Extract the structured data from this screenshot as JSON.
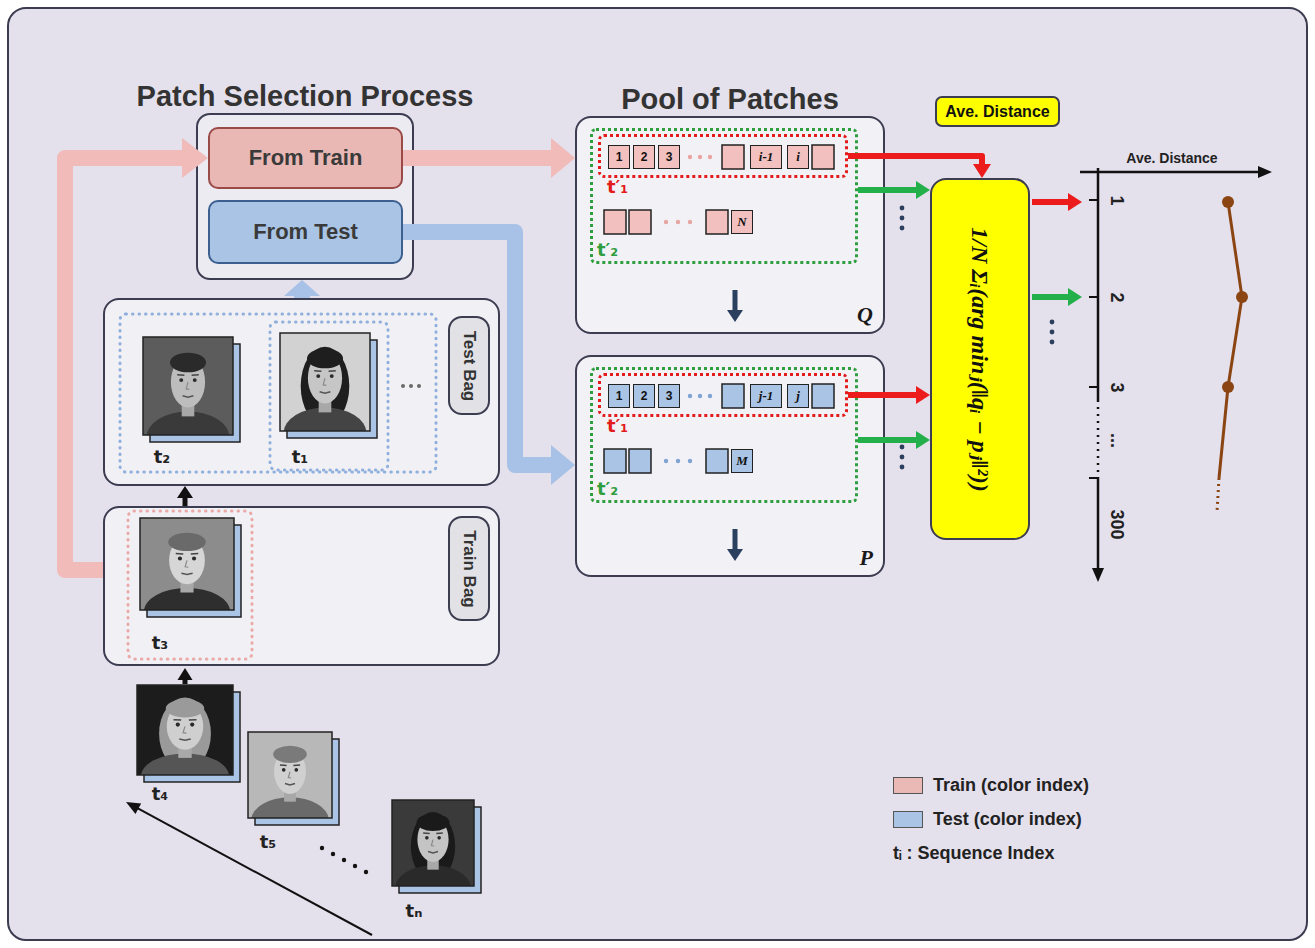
{
  "diagram": {
    "nodes": [
      {
        "text": [
          "Patch Selection Process"
        ]
      },
      {
        "text": [
          "From Train"
        ],
        "in": 0
      },
      {
        "text": [
          "From Test"
        ],
        "in": 0
      },
      {
        "text": [
          "Test Bag"
        ]
      },
      {
        "text": [
          "Train Bag"
        ]
      },
      {
        "text": [
          "Pool of Patches",
          "Q"
        ]
      },
      {
        "text": [
          "t′₂"
        ],
        "in": 5
      },
      {
        "text": [
          "t′₁"
        ],
        "in": 6
      },
      {
        "text": [
          "1"
        ],
        "in": 7
      },
      {
        "text": [
          "2"
        ],
        "in": 7
      },
      {
        "text": [
          "3"
        ],
        "in": 7
      },
      {
        "text": [
          "i-1"
        ],
        "in": 7
      },
      {
        "text": [
          "i"
        ],
        "in": 7
      },
      {
        "text": [
          "N"
        ],
        "in": 6
      },
      {
        "text": [
          "P"
        ]
      },
      {
        "text": [
          "t′₂"
        ],
        "in": 14
      },
      {
        "text": [
          "t′₁"
        ],
        "in": 15
      },
      {
        "text": [
          "1"
        ],
        "in": 16
      },
      {
        "text": [
          "2"
        ],
        "in": 16
      },
      {
        "text": [
          "3"
        ],
        "in": 16
      },
      {
        "text": [
          "j-1"
        ],
        "in": 16
      },
      {
        "text": [
          "j"
        ],
        "in": 16
      },
      {
        "text": [
          "M"
        ],
        "in": 15
      },
      {
        "text": [
          "Ave. Distance"
        ]
      },
      {
        "text": [
          "1/N Σᵢ(arg minⱼ(‖qᵢ − pⱼ‖²))"
        ]
      }
    ],
    "edges": [
      {
        "from": 4,
        "to": 1,
        "arrow": "to"
      },
      {
        "from": 4,
        "to": 3,
        "arrow": "to"
      },
      {
        "from": 3,
        "to": 0,
        "arrow": "to"
      },
      {
        "from": 1,
        "to": 5,
        "arrow": "to"
      },
      {
        "from": 2,
        "to": 14,
        "arrow": "to"
      },
      {
        "from": 7,
        "to": 24,
        "arrow": "to"
      },
      {
        "from": 6,
        "to": 24,
        "arrow": "to"
      },
      {
        "from": 16,
        "to": 24,
        "arrow": "to"
      },
      {
        "from": 15,
        "to": 24,
        "arrow": "to"
      }
    ],
    "labels": [
      "t₂",
      "t₁",
      "t₃",
      "t₄",
      "t₅",
      "tₙ",
      "Ave. Distance",
      "1",
      "2",
      "3",
      "...",
      "300"
    ],
    "legend": [
      {
        "text": "Train (color index)",
        "color": "#eab8b5"
      },
      {
        "text": "Test (color index)",
        "color": "#a9c4e5"
      },
      {
        "text": "tᵢ : Sequence Index"
      }
    ]
  }
}
